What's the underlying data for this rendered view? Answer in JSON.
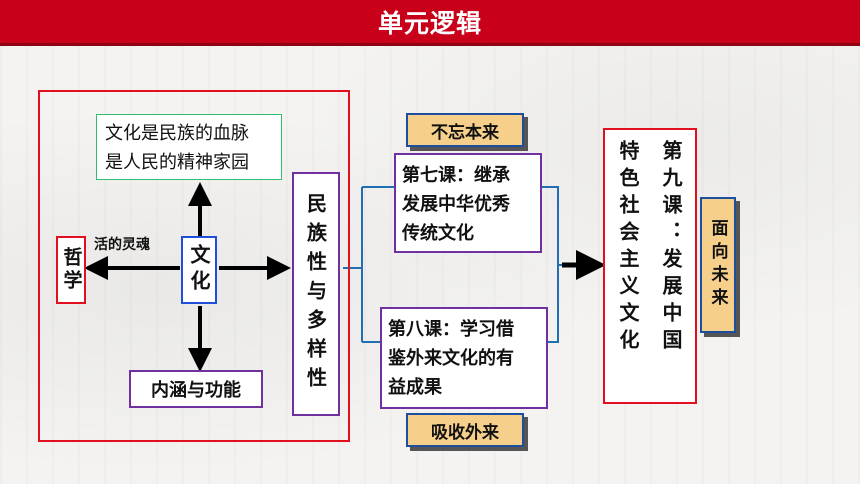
{
  "title": "单元逻辑",
  "center": "文化",
  "philosophy": "哲学",
  "soul_label": "活的灵魂",
  "bloodline": [
    "文化是民族的血脉",
    "是人民的精神家园"
  ],
  "connotation": "内涵与功能",
  "diversity": "民族性与多样性",
  "tag_not_forget": "不忘本来",
  "tag_absorb": "吸收外来",
  "tag_future": "面向未来",
  "lesson7": [
    "第七课：继承",
    "发展中华优秀",
    "传统文化"
  ],
  "lesson8": [
    "第八课：学习借",
    "鉴外来文化的有",
    "益成果"
  ],
  "lesson9_col1": "第九课：发展中国",
  "lesson9_col2": "特色社会主义文化",
  "colors": {
    "header": "#c9001a",
    "frame": "#e0101e",
    "purple": "#7030a0",
    "blue": "#1f4ed8",
    "tag_bg": "#f6d08a"
  }
}
